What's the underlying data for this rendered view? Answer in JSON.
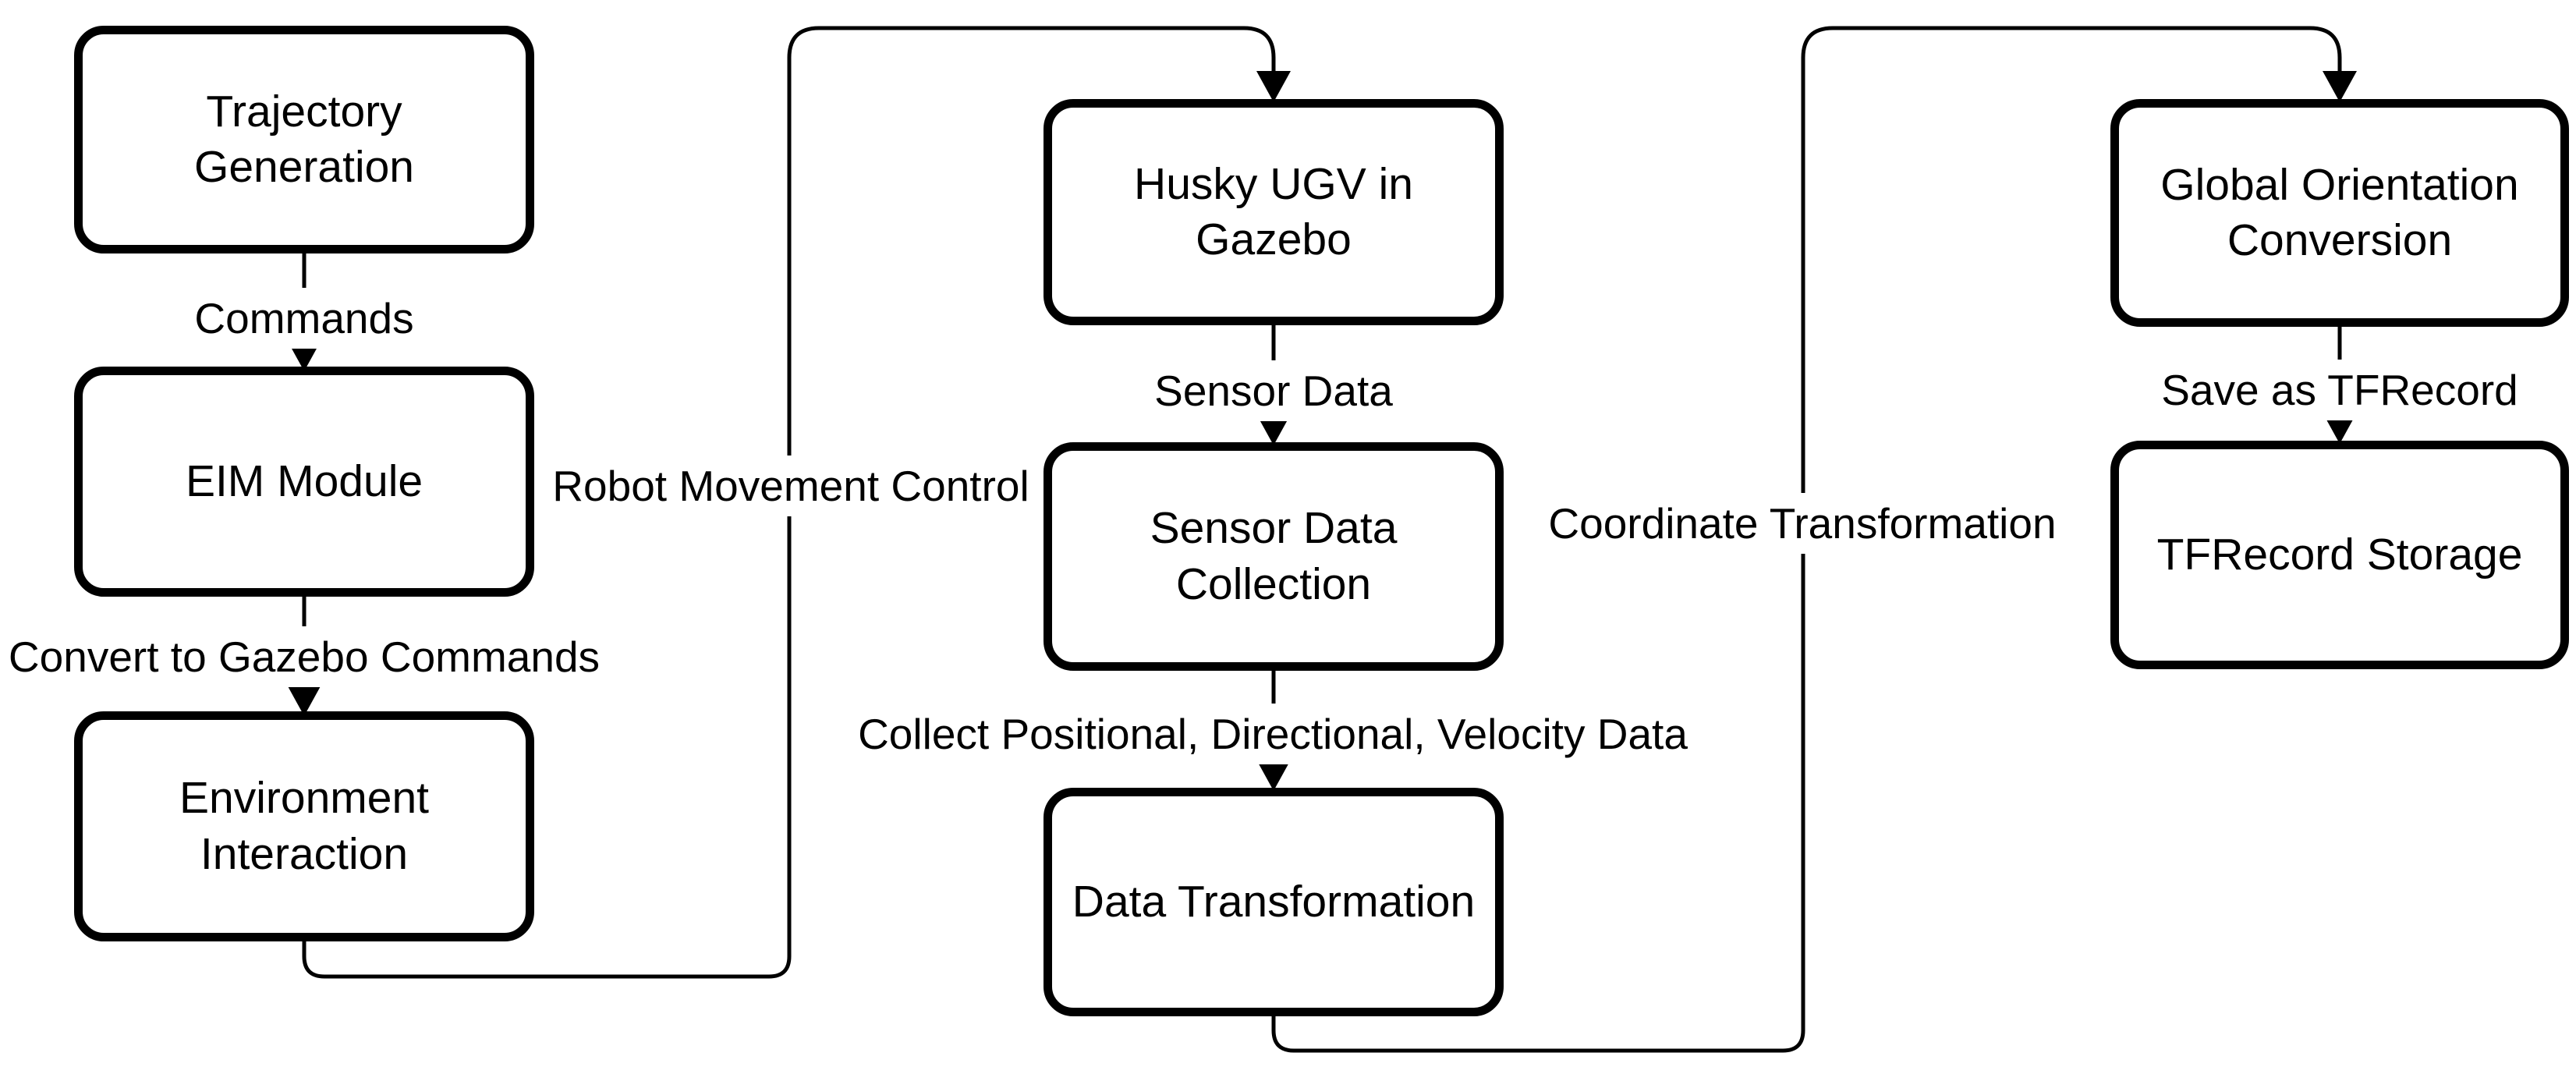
{
  "diagram": {
    "type": "flowchart",
    "direction": "top-down, three columns",
    "colors": {
      "background": "#ffffff",
      "node_fill": "#ffffff",
      "node_stroke": "#000000",
      "edge_stroke": "#000000",
      "text": "#000000"
    },
    "nodes": [
      {
        "id": "trajectory-generation",
        "label": "Trajectory Generation"
      },
      {
        "id": "eim-module",
        "label": "EIM Module"
      },
      {
        "id": "environment-interaction",
        "label": "Environment\nInteraction"
      },
      {
        "id": "husky-ugv-in-gazebo",
        "label": "Husky UGV in\nGazebo"
      },
      {
        "id": "sensor-data-collection",
        "label": "Sensor Data\nCollection"
      },
      {
        "id": "data-transformation",
        "label": "Data Transformation"
      },
      {
        "id": "global-orientation-conversion",
        "label": "Global Orientation\nConversion"
      },
      {
        "id": "tfrecord-storage",
        "label": "TFRecord Storage"
      }
    ],
    "edges": [
      {
        "from": "Trajectory Generation",
        "to": "EIM Module",
        "label": "Commands"
      },
      {
        "from": "EIM Module",
        "to": "Environment Interaction",
        "label": "Convert to Gazebo Commands"
      },
      {
        "from": "Environment Interaction",
        "to": "Husky UGV in Gazebo",
        "label": "Robot Movement Control"
      },
      {
        "from": "Husky UGV in Gazebo",
        "to": "Sensor Data Collection",
        "label": "Sensor Data"
      },
      {
        "from": "Sensor Data Collection",
        "to": "Data Transformation",
        "label": "Collect Positional, Directional, Velocity Data"
      },
      {
        "from": "Data Transformation",
        "to": "Global Orientation Conversion",
        "label": "Coordinate Transformation"
      },
      {
        "from": "Global Orientation Conversion",
        "to": "TFRecord Storage",
        "label": "Save as TFRecord"
      }
    ]
  }
}
